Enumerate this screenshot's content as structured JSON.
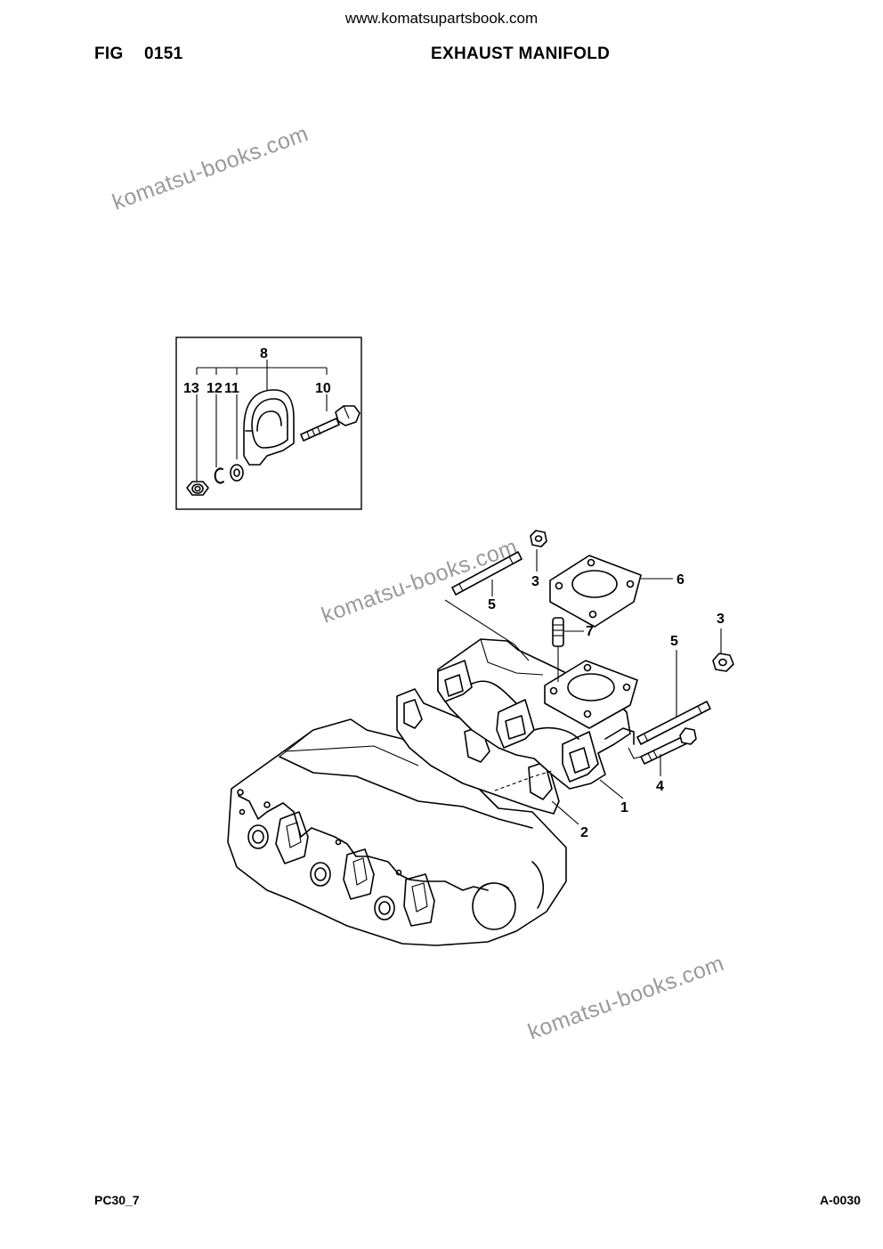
{
  "header": {
    "website": "www.komatsupartsbook.com",
    "fig_label": "FIG",
    "fig_number": "0151",
    "title": "EXHAUST MANIFOLD"
  },
  "watermarks": [
    "komatsu-books.com",
    "komatsu-books.com",
    "komatsu-books.com"
  ],
  "inset_callouts": {
    "c8": "8",
    "c13": "13",
    "c12": "12",
    "c11": "11",
    "c10": "10"
  },
  "callouts": {
    "c1": "1",
    "c2": "2",
    "c3a": "3",
    "c3b": "3",
    "c4": "4",
    "c5a": "5",
    "c5b": "5",
    "c6": "6",
    "c7": "7"
  },
  "footer": {
    "model": "PC30_7",
    "page": "A-0030"
  }
}
